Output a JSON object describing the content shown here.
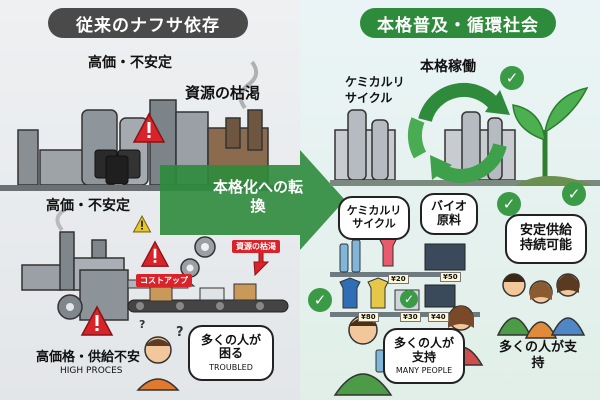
{
  "left": {
    "header": "従来のナフサ依存",
    "label_top": "高価・不安定",
    "label_depletion": "資源の枯渇",
    "label_mid": "高価・不安定",
    "label_bottom": "高価格・供給不安",
    "label_bottom_en": "HIGH PROCES",
    "sign_cost": "コストアップ",
    "sign_depletion": "資源の枯渇",
    "bubble_trouble": "多くの人が困る",
    "bubble_trouble_en": "TROUBLED"
  },
  "center": {
    "arrow_text": "本格化への転換"
  },
  "right": {
    "header": "本格普及・循環社会",
    "label_operation": "本格稼働",
    "label_chem_recycle": "ケミカルリサイクル",
    "bubble_chem": "ケミカルリサイクル",
    "bubble_bio": "バイオ原料",
    "bubble_stable": "安定供給持続可能",
    "bubble_support": "多くの人が支持",
    "bubble_support_en": "MANY PEOPLE",
    "label_support": "多くの人が支持",
    "tags": [
      "¥20",
      "¥50",
      "¥80",
      "¥30",
      "¥40"
    ]
  },
  "colors": {
    "green": "#2e8b3c",
    "dark": "#4a4a4a",
    "red": "#d9232a"
  }
}
